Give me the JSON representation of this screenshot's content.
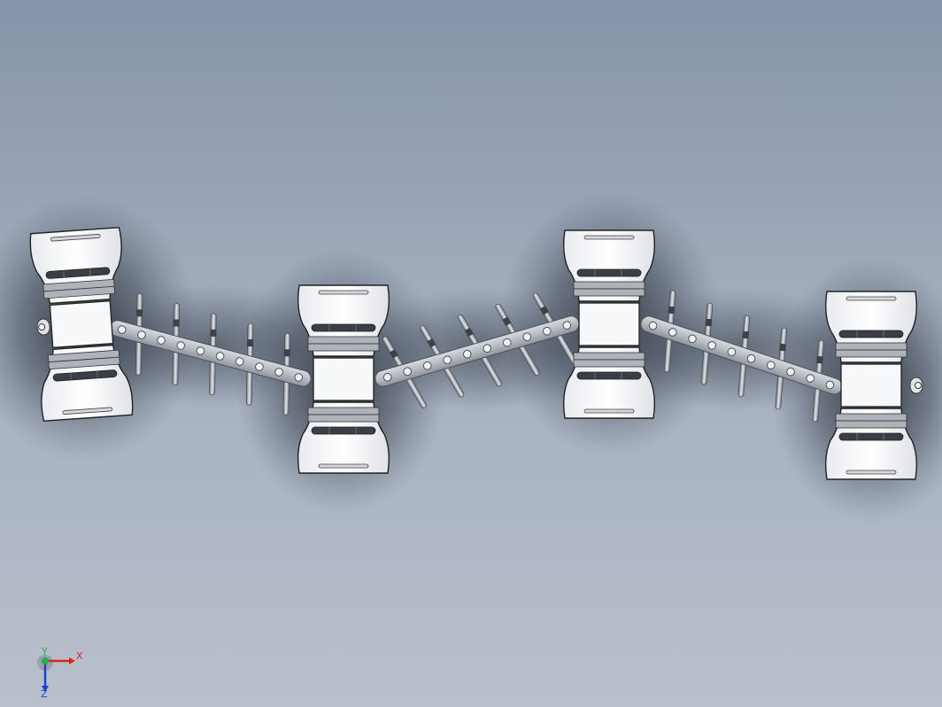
{
  "viewport": {
    "model": "linked-modules-assembly",
    "background_top": "#8793a8",
    "background_bottom": "#b9c0cb"
  },
  "triad": {
    "x_label": "X",
    "y_label": "Y",
    "z_label": "Z",
    "x_color": "#d9261c",
    "y_color": "#22b14c",
    "z_color": "#1c3fd9"
  }
}
